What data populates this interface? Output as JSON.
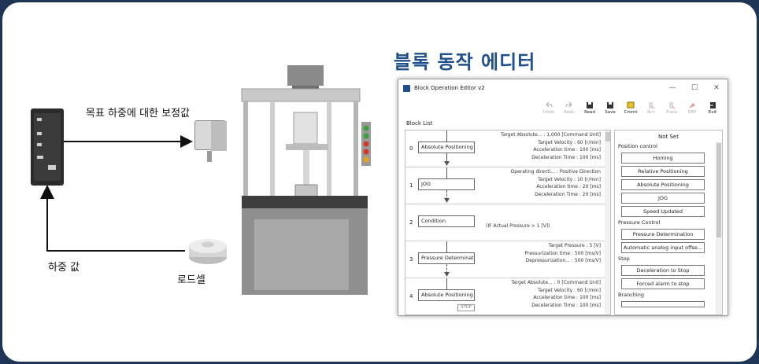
{
  "heading": "블록 동작 에디터",
  "diagram": {
    "correction_label": "목표 하중에 대한 보정값",
    "load_value_label": "하중 값",
    "loadcell_label": "로드셀"
  },
  "window": {
    "title": "Block Operation Editor v2",
    "controls": [
      "—",
      "☐",
      "✕"
    ],
    "toolbar": [
      {
        "label": "Undo",
        "enabled": false,
        "icon": "undo-icon"
      },
      {
        "label": "Redo",
        "enabled": false,
        "icon": "redo-icon"
      },
      {
        "label": "Read",
        "enabled": true,
        "icon": "read-icon"
      },
      {
        "label": "Save",
        "enabled": true,
        "icon": "save-icon"
      },
      {
        "label": "Cmmt",
        "enabled": true,
        "icon": "comment-icon"
      },
      {
        "label": "Rcv",
        "enabled": false,
        "icon": "receive-icon"
      },
      {
        "label": "Trans",
        "enabled": false,
        "icon": "transmit-icon"
      },
      {
        "label": "EEP",
        "enabled": false,
        "icon": "eeprom-icon"
      },
      {
        "label": "Exit",
        "enabled": true,
        "icon": "exit-icon"
      }
    ],
    "block_list_label": "Block List",
    "blocks": [
      {
        "index": "0",
        "name": "Absolute Positioning",
        "params": [
          "Target Absolute... : 1,000 [Command Unit]",
          "Target Velocity : 60 [r/min]",
          "Acceleration time : 100 [ms]",
          "Deceleration Time : 100 [ms]"
        ]
      },
      {
        "index": "1",
        "name": "JOG",
        "params": [
          "Operating directi... : Positive Direction",
          "Target Velocity : 10 [r/min]",
          "Acceleration time : 20 [ms]",
          "Deceleration Time : 20 [ms]"
        ]
      },
      {
        "index": "2",
        "name": "Condition",
        "condition": "(IF Actual Pressure > 1 [V])"
      },
      {
        "index": "3",
        "name": "Pressure Determinati...",
        "params": [
          "Target Pressure : 5 [V]",
          "Pressurization time : 500 [ms/V]",
          "Depressurization... : 500 [ms/V]"
        ]
      },
      {
        "index": "4",
        "name": "Absolute Positioning",
        "stop": "STOP",
        "params": [
          "Target Absolute... : 0 [Command Unit]",
          "Target Velocity : 60 [r/min]",
          "Acceleration time : 100 [ms]",
          "Deceleration Time : 100 [ms]"
        ]
      }
    ],
    "palette": {
      "header": "Not Set",
      "groups": [
        {
          "name": "Position control",
          "items": [
            "Homing",
            "Relative Positioning",
            "Absolute Positioning",
            "JOG",
            "Speed Updated"
          ]
        },
        {
          "name": "Pressure Control",
          "items": [
            "Pressure Determination",
            "Automatic analog input offse..."
          ]
        },
        {
          "name": "Stop",
          "items": [
            "Deceleration to Stop",
            "Forced alarm to stop"
          ]
        },
        {
          "name": "Branching",
          "items": []
        }
      ]
    }
  }
}
